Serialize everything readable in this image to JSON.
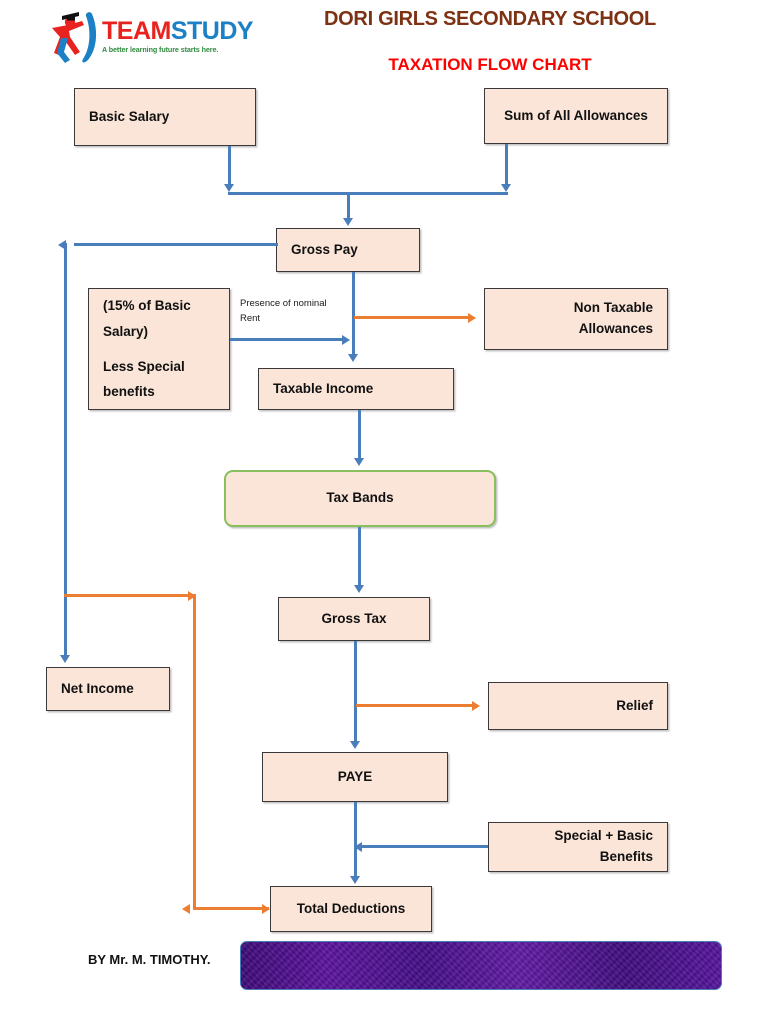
{
  "header": {
    "logo": {
      "name": "TeamStudy",
      "word_primary": "TEAM",
      "word_secondary": "STUDY",
      "tagline": "A better learning future starts here.",
      "color_primary": "#e8231f",
      "color_secondary": "#1b81c6",
      "color_tagline": "#2f8a3e"
    },
    "school_title": "DORI GIRLS SECONDARY SCHOOL",
    "school_title_color": "#7d3214",
    "chart_title": "TAXATION FLOW CHART",
    "chart_title_color": "#ff0000"
  },
  "chart_data": {
    "type": "diagram",
    "title": "TAXATION FLOW CHART",
    "node_fill": "#fae5d8",
    "node_border": "#3a3a3a",
    "flow_color_primary": "#4a7ebb",
    "flow_color_secondary": "#ed7d31",
    "highlight_border": "#89bf5c",
    "nodes": [
      {
        "id": "basic_salary",
        "label": "Basic Salary"
      },
      {
        "id": "sum_allowances",
        "label": "Sum of All Allowances"
      },
      {
        "id": "gross_pay",
        "label": "Gross Pay"
      },
      {
        "id": "deductions_box",
        "label_lines": [
          "(15% of Basic",
          "Salary)",
          "Less Special",
          "benefits"
        ]
      },
      {
        "id": "non_taxable",
        "label_lines": [
          "Non Taxable",
          "Allowances"
        ]
      },
      {
        "id": "taxable_income",
        "label": "Taxable Income"
      },
      {
        "id": "tax_bands",
        "label": "Tax Bands"
      },
      {
        "id": "gross_tax",
        "label": "Gross Tax"
      },
      {
        "id": "net_income",
        "label": "Net Income"
      },
      {
        "id": "relief",
        "label": "Relief"
      },
      {
        "id": "paye",
        "label": "PAYE"
      },
      {
        "id": "special_basic",
        "label_lines": [
          "Special + Basic",
          "Benefits"
        ]
      },
      {
        "id": "total_deductions",
        "label": "Total Deductions"
      }
    ],
    "annotations": [
      {
        "id": "nominal_rent",
        "lines": [
          "Presence of nominal",
          "Rent"
        ]
      }
    ],
    "edges": [
      {
        "from": "basic_salary",
        "to": "gross_pay",
        "color": "#4a7ebb"
      },
      {
        "from": "sum_allowances",
        "to": "gross_pay",
        "color": "#4a7ebb"
      },
      {
        "from": "gross_pay",
        "to": "taxable_income",
        "color": "#4a7ebb"
      },
      {
        "from": "gross_pay",
        "to": "net_income",
        "color": "#4a7ebb"
      },
      {
        "from": "deductions_box",
        "to": "taxable_income",
        "color": "#4a7ebb"
      },
      {
        "from": "gross_pay",
        "to": "non_taxable",
        "color": "#ed7d31",
        "label": "Presence of nominal Rent"
      },
      {
        "from": "taxable_income",
        "to": "tax_bands",
        "color": "#4a7ebb"
      },
      {
        "from": "tax_bands",
        "to": "gross_tax",
        "color": "#4a7ebb"
      },
      {
        "from": "gross_tax",
        "to": "relief",
        "color": "#ed7d31"
      },
      {
        "from": "gross_tax",
        "to": "paye",
        "color": "#4a7ebb"
      },
      {
        "from": "special_basic",
        "to": "total_deductions",
        "color": "#4a7ebb"
      },
      {
        "from": "paye",
        "to": "total_deductions",
        "color": "#4a7ebb"
      },
      {
        "from": "net_income_path",
        "to": "total_deductions",
        "color": "#ed7d31"
      }
    ]
  },
  "nodes": {
    "basic_salary": {
      "label": "Basic Salary"
    },
    "sum_allowances": {
      "label": "Sum of All Allowances"
    },
    "gross_pay": {
      "label": "Gross Pay"
    },
    "deductions_box": {
      "line1": "(15% of Basic",
      "line2": "Salary)",
      "line3": "Less Special",
      "line4": "benefits"
    },
    "non_taxable": {
      "line1": "Non Taxable",
      "line2": "Allowances"
    },
    "taxable_income": {
      "label": "Taxable Income"
    },
    "tax_bands": {
      "label": "Tax Bands"
    },
    "gross_tax": {
      "label": "Gross Tax"
    },
    "net_income": {
      "label": "Net Income"
    },
    "relief": {
      "label": "Relief"
    },
    "paye": {
      "label": "PAYE"
    },
    "special_basic": {
      "line1": "Special + Basic",
      "line2": "Benefits"
    },
    "total_deductions": {
      "label": "Total Deductions"
    }
  },
  "annotations": {
    "nominal_rent_line1": "Presence of nominal",
    "nominal_rent_line2": "Rent"
  },
  "footer": {
    "byline": "BY Mr. M. TIMOTHY."
  }
}
